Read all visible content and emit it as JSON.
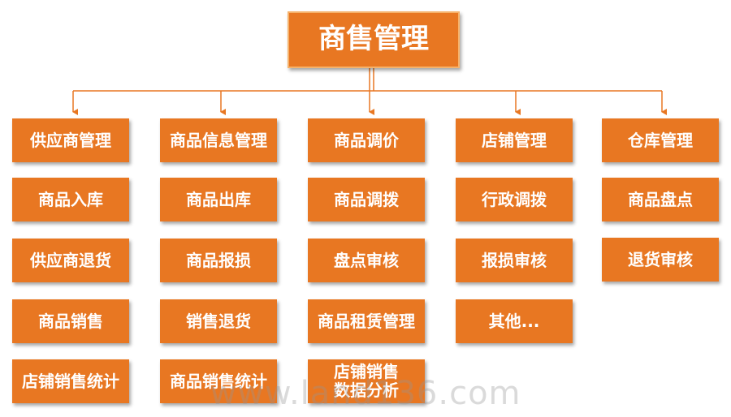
{
  "root": {
    "label": "商售管理"
  },
  "columns": [
    {
      "items": [
        "供应商管理",
        "商品入库",
        "供应商退货",
        "商品销售",
        "店铺销售统计"
      ]
    },
    {
      "items": [
        "商品信息管理",
        "商品出库",
        "商品报损",
        "销售退货",
        "商品销售统计"
      ]
    },
    {
      "items": [
        "商品调价",
        "商品调拨",
        "盘点审核",
        "商品租赁管理",
        "店铺销售\n数据分析"
      ]
    },
    {
      "items": [
        "店铺管理",
        "行政调拨",
        "报损审核",
        "其他..."
      ]
    },
    {
      "items": [
        "仓库管理",
        "商品盘点",
        "退货审核"
      ]
    }
  ],
  "watermark": "www.land136.com",
  "colors": {
    "box": "#e87722",
    "line": "#e87722",
    "text": "#ffffff"
  }
}
